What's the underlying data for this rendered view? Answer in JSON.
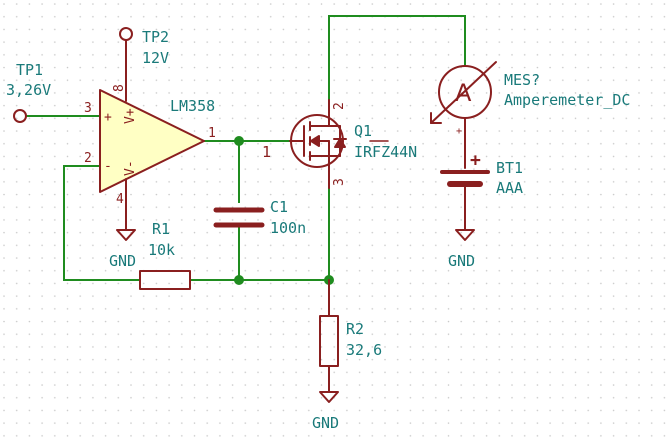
{
  "colors": {
    "wire": "#1f8c1f",
    "symbol": "#8a1f1f",
    "label": "#1a7a7a",
    "junction": "#1f8c1f",
    "grid": "#c8c8c8"
  },
  "labels": {
    "tp1_ref": "TP1",
    "tp1_value": "3,26V",
    "tp2_ref": "TP2",
    "tp2_value": "12V",
    "u1_value": "LM358",
    "u1_pin3": "3",
    "u1_pin2": "2",
    "u1_pin8": "8",
    "u1_pin4": "4",
    "u1_pin1": "1",
    "u1_vplus": "V+",
    "u1_vminus": "V-",
    "u1_plus": "+",
    "u1_minus": "-",
    "q1_ref": "Q1",
    "q1_value": "IRFZ44N",
    "q1_pin1": "1",
    "q1_pin2": "2",
    "q1_pin3": "3",
    "mes_ref": "MES?",
    "mes_value": "Amperemeter_DC",
    "mes_symbol": "A",
    "mes_plus": "+",
    "bt1_ref": "BT1",
    "bt1_value": "AAA",
    "bt1_plus": "+",
    "c1_ref": "C1",
    "c1_value": "100n",
    "r1_ref": "R1",
    "r1_value": "10k",
    "r2_ref": "R2",
    "r2_value": "32,6",
    "gnd_opamp": "GND",
    "gnd_battery": "GND",
    "gnd_r2": "GND"
  }
}
